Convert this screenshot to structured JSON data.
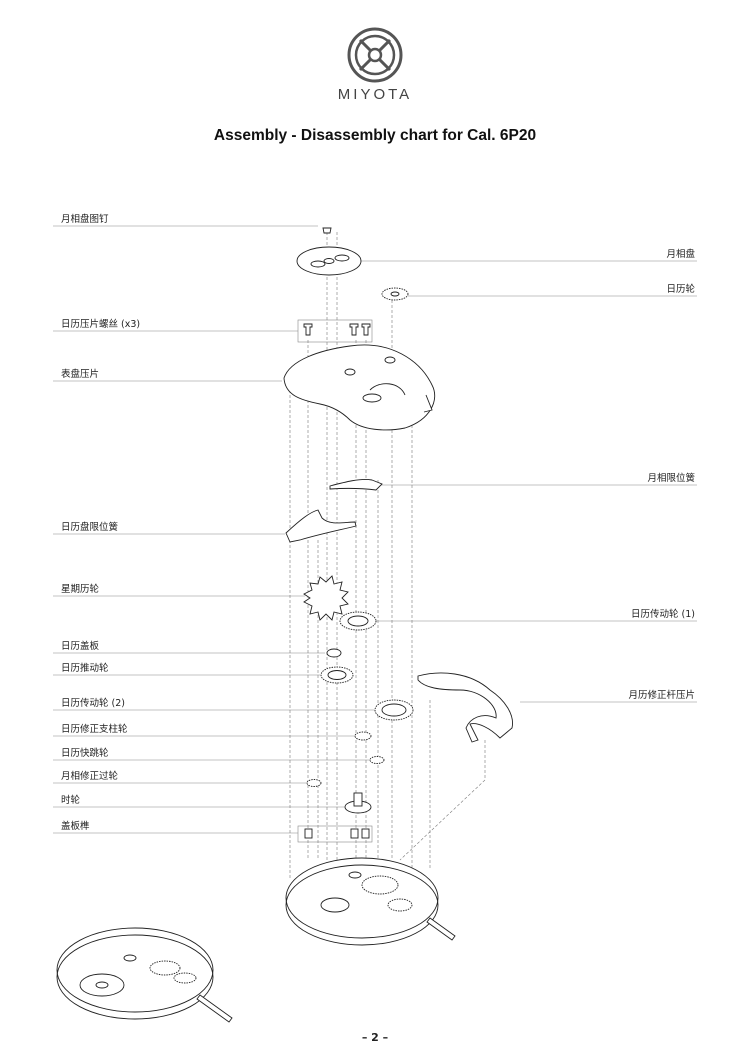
{
  "brand": "MIYOTA",
  "title": "Assembly - Disassembly chart for Cal. 6P20",
  "page_number": "– 2 –",
  "labels_left": [
    "月相盘图钉",
    "日历压片螺丝 (x3)",
    "表盘压片",
    "日历盘限位簧",
    "星期历轮",
    "日历盖板",
    "日历推动轮",
    "日历传动轮 (2)",
    "日历修正支柱轮",
    "日历快跳轮",
    "月相修正过轮",
    "时轮",
    "盖板榫"
  ],
  "labels_right": [
    "月相盘",
    "日历轮",
    "月相限位簧",
    "日历传动轮 (1)",
    "月历修正杆压片"
  ]
}
